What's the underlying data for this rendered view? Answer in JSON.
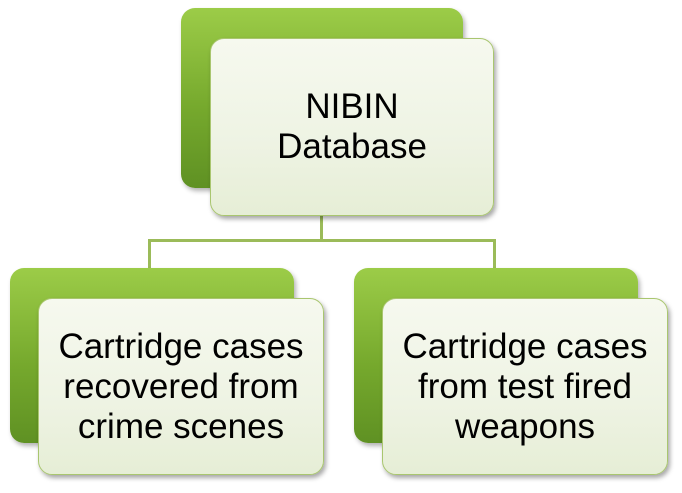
{
  "diagram": {
    "root": {
      "label": "NIBIN\nDatabase"
    },
    "children": [
      {
        "label": "Cartridge cases\nrecovered from\ncrime scenes"
      },
      {
        "label": "Cartridge cases\nfrom test fired\nweapons"
      }
    ]
  },
  "colors": {
    "accent_green": "#76a92d",
    "connector": "#9bbb59",
    "card_fill": "#eef3e3"
  }
}
